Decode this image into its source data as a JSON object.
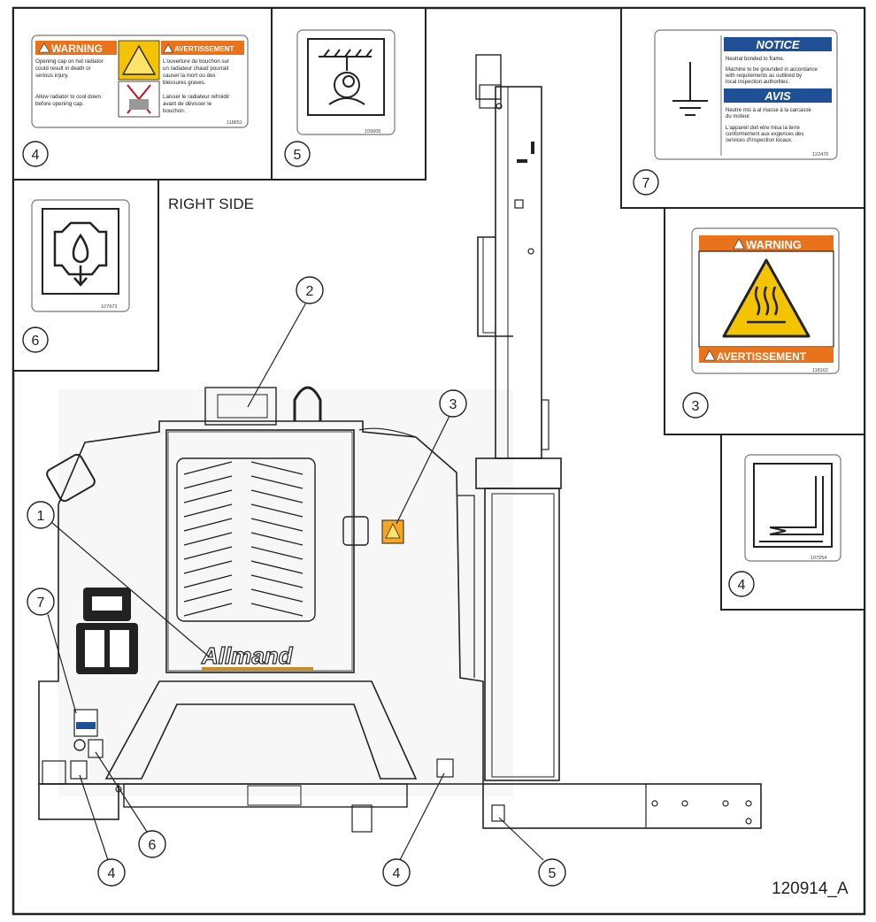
{
  "drawing_id": "120914_A",
  "view_label": "RIGHT SIDE",
  "logo_text": "Allmand",
  "colors": {
    "warning_orange": "#e8731a",
    "notice_blue": "#1f4f95",
    "hazard_yellow": "#f5c400",
    "outline": "#222222"
  },
  "decal_radiator": {
    "part_no": "118651",
    "left_header": "WARNING",
    "right_header": "AVERTISSEMENT",
    "en_line1": "Opening cap on hot radiator",
    "en_line2": "could result in death or",
    "en_line3": "serious injury.",
    "en_line4": "Allow radiator to cool down",
    "en_line5": "before opening cap.",
    "fr_line1": "L'ouverture du bouchon sur",
    "fr_line2": "un radiateur chaud pourrait",
    "fr_line3": "causer la mort ou des",
    "fr_line4": "blessures graves.",
    "fr_line5": "Laisser le radiateur refroidir",
    "fr_line6": "avant de dévisser le",
    "fr_line7": "bouchon.",
    "callout": "4"
  },
  "decal_lift": {
    "part_no": "109005",
    "callout": "5"
  },
  "decal_oil_drain": {
    "part_no": "107973",
    "callout": "6"
  },
  "decal_ground": {
    "part_no": "122470",
    "notice_header": "NOTICE",
    "notice_line1": "Neutral bonded to frame.",
    "notice_line2": "Machine to be grounded in accordance",
    "notice_line3": "with requirements as outlined by",
    "notice_line4": "local inspection authorities.",
    "avis_header": "AVIS",
    "avis_line1": "Neutre mis à al masse à la carcasse",
    "avis_line2": "du moteur.",
    "avis_line3": "L'appareil doit etre misa la terre",
    "avis_line4": "conformement aux exgences des",
    "avis_line5": "services d'inspection locaux.",
    "callout": "7"
  },
  "decal_hot_surface": {
    "part_no": "118162",
    "top_header": "WARNING",
    "bottom_header": "AVERTISSEMENT",
    "callout": "3"
  },
  "decal_tie_down": {
    "part_no": "107254",
    "callout": "4"
  },
  "machine_callouts": [
    {
      "id": "1"
    },
    {
      "id": "2"
    },
    {
      "id": "3"
    },
    {
      "id": "4"
    },
    {
      "id": "4"
    },
    {
      "id": "5"
    },
    {
      "id": "6"
    },
    {
      "id": "7"
    }
  ]
}
